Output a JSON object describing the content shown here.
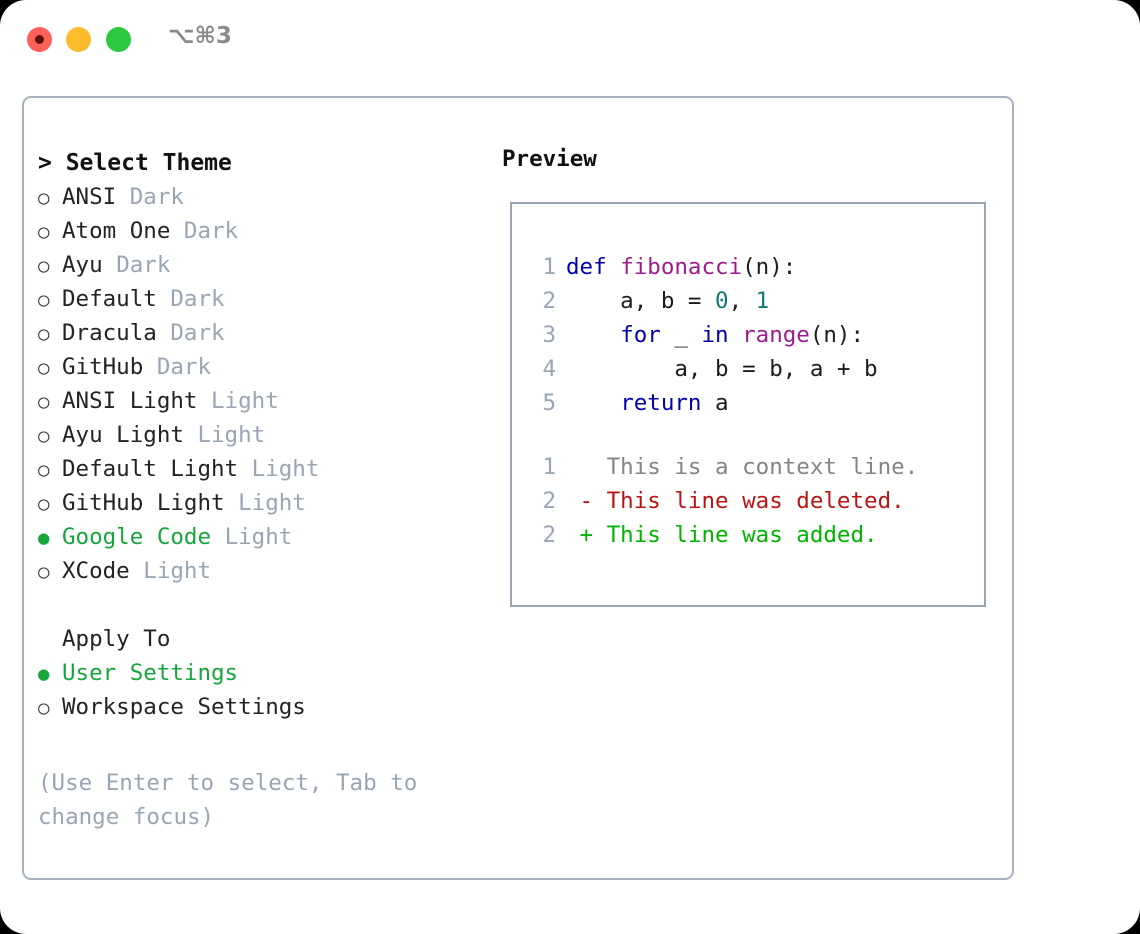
{
  "titlebar": {
    "shortcut": "⌥⌘3",
    "buttons": [
      "close",
      "minimize",
      "maximize"
    ]
  },
  "left_panel": {
    "prompt_prefix": "> ",
    "heading": "Select Theme",
    "selected_marker": "●",
    "unselected_marker": "○",
    "themes": [
      {
        "name": "ANSI",
        "kind": "Dark",
        "selected": false
      },
      {
        "name": "Atom One",
        "kind": "Dark",
        "selected": false
      },
      {
        "name": "Ayu",
        "kind": "Dark",
        "selected": false
      },
      {
        "name": "Default",
        "kind": "Dark",
        "selected": false
      },
      {
        "name": "Dracula",
        "kind": "Dark",
        "selected": false
      },
      {
        "name": "GitHub",
        "kind": "Dark",
        "selected": false
      },
      {
        "name": "ANSI Light",
        "kind": "Light",
        "selected": false
      },
      {
        "name": "Ayu Light",
        "kind": "Light",
        "selected": false
      },
      {
        "name": "Default Light",
        "kind": "Light",
        "selected": false
      },
      {
        "name": "GitHub Light",
        "kind": "Light",
        "selected": false
      },
      {
        "name": "Google Code",
        "kind": "Light",
        "selected": true
      },
      {
        "name": "XCode",
        "kind": "Light",
        "selected": false
      }
    ],
    "apply_to": {
      "heading": "Apply To",
      "options": [
        {
          "name": "User Settings",
          "selected": true
        },
        {
          "name": "Workspace Settings",
          "selected": false
        }
      ]
    },
    "hint": "(Use Enter to select, Tab to change focus)"
  },
  "preview": {
    "label": "Preview",
    "code_lines": [
      {
        "number": "1",
        "tokens": [
          {
            "t": "def",
            "c": "kw"
          },
          {
            "t": " ",
            "c": "pl"
          },
          {
            "t": "fibonacci",
            "c": "fn"
          },
          {
            "t": "(n):",
            "c": "pl"
          }
        ]
      },
      {
        "number": "2",
        "tokens": [
          {
            "t": "    a, b = ",
            "c": "pl"
          },
          {
            "t": "0",
            "c": "num"
          },
          {
            "t": ", ",
            "c": "pl"
          },
          {
            "t": "1",
            "c": "num"
          }
        ]
      },
      {
        "number": "3",
        "tokens": [
          {
            "t": "    ",
            "c": "pl"
          },
          {
            "t": "for",
            "c": "kw"
          },
          {
            "t": " _ ",
            "c": "pl"
          },
          {
            "t": "in",
            "c": "kw"
          },
          {
            "t": " ",
            "c": "pl"
          },
          {
            "t": "range",
            "c": "fn"
          },
          {
            "t": "(n):",
            "c": "pl"
          }
        ]
      },
      {
        "number": "4",
        "tokens": [
          {
            "t": "        a, b = b, a + b",
            "c": "pl"
          }
        ]
      },
      {
        "number": "5",
        "tokens": [
          {
            "t": "    ",
            "c": "pl"
          },
          {
            "t": "return",
            "c": "kw"
          },
          {
            "t": " a",
            "c": "pl"
          }
        ]
      }
    ],
    "diff_lines": [
      {
        "number": "1",
        "sign": " ",
        "text": " This is a context line.",
        "kind": "ctx"
      },
      {
        "number": "2",
        "sign": "-",
        "text": " This line was deleted.",
        "kind": "del"
      },
      {
        "number": "2",
        "sign": "+",
        "text": " This line was added.",
        "kind": "add"
      }
    ]
  },
  "colors": {
    "accent_green": "#16a63c",
    "border": "#a8b2be",
    "muted": "#9aa5b4",
    "keyword": "#0202ae",
    "function": "#9b1d8f",
    "number": "#0f7a74",
    "deleted": "#bb1414",
    "added": "#00b400",
    "traffic_red": "#fc6058",
    "traffic_yellow": "#fdbc2e",
    "traffic_green": "#2bc840"
  }
}
